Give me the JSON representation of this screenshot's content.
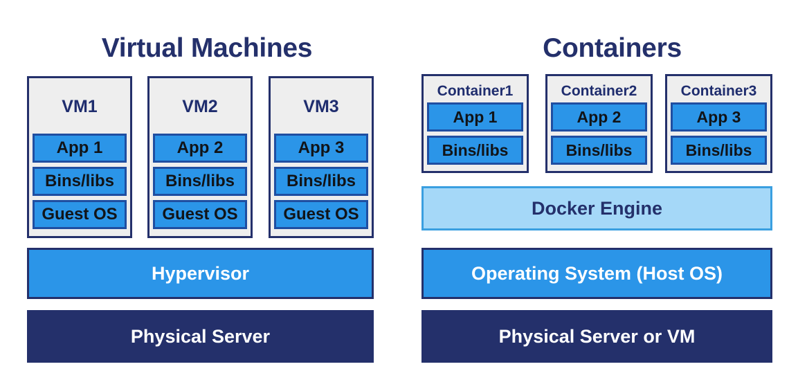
{
  "panels": {
    "vm": {
      "title": "Virtual Machines",
      "units": [
        {
          "label": "VM1",
          "layers": [
            "App 1",
            "Bins/libs",
            "Guest OS"
          ]
        },
        {
          "label": "VM2",
          "layers": [
            "App 2",
            "Bins/libs",
            "Guest OS"
          ]
        },
        {
          "label": "VM3",
          "layers": [
            "App 3",
            "Bins/libs",
            "Guest OS"
          ]
        }
      ],
      "bars": [
        {
          "label": "Hypervisor",
          "style": "blue"
        },
        {
          "label": "Physical Server",
          "style": "navy"
        }
      ]
    },
    "containers": {
      "title": "Containers",
      "units": [
        {
          "label": "Container1",
          "layers": [
            "App 1",
            "Bins/libs"
          ]
        },
        {
          "label": "Container2",
          "layers": [
            "App 2",
            "Bins/libs"
          ]
        },
        {
          "label": "Container3",
          "layers": [
            "App 3",
            "Bins/libs"
          ]
        }
      ],
      "bars": [
        {
          "label": "Docker Engine",
          "style": "lightblue"
        },
        {
          "label": "Operating System (Host OS)",
          "style": "blue"
        },
        {
          "label": "Physical Server or VM",
          "style": "navy"
        }
      ]
    }
  },
  "colors": {
    "navy": "#24306b",
    "blue": "#2b95e8",
    "light_blue": "#a5d8f8",
    "inner_border": "#1f4ea1",
    "unit_fill": "#eeeeee",
    "background": "#ffffff"
  }
}
